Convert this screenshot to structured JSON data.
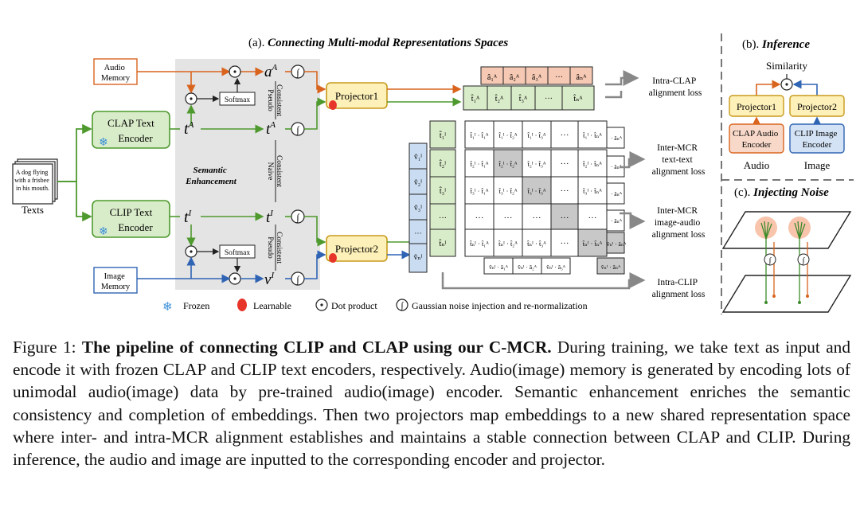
{
  "panels": {
    "a_prefix": "(a). ",
    "a_title": "Connecting Multi-modal Representations Spaces",
    "b_prefix": "(b). ",
    "b_title": "Inference",
    "c_prefix": "(c). ",
    "c_title": "Injecting Noise"
  },
  "inputs": {
    "texts_card": [
      "A dog flying",
      "with a frisbee",
      "in his mouth."
    ],
    "texts_label": "Texts",
    "audio_memory": [
      "Audio",
      "Memory"
    ],
    "image_memory": [
      "Image",
      "Memory"
    ]
  },
  "encoders": {
    "clap_text": [
      "CLAP Text",
      "Encoder"
    ],
    "clip_text": [
      "CLIP Text",
      "Encoder"
    ]
  },
  "enhancement": {
    "label": [
      "Semantic",
      "Enhancement"
    ],
    "softmax": "Softmax",
    "pseudo_consistent": [
      "Pseudo",
      "Consistent"
    ],
    "naive_consistent": [
      "Naive",
      "Consistent"
    ]
  },
  "symbols": {
    "tA": "t",
    "tI": "t",
    "aA": "a",
    "vI": "v",
    "supA": "A",
    "supI": "I"
  },
  "projectors": {
    "p1": "Projector1",
    "p2": "Projector2"
  },
  "matrix": {
    "top_a": [
      "â₁ᴬ",
      "â₂ᴬ",
      "â₃ᴬ",
      "···",
      "âₙᴬ"
    ],
    "top_t": [
      "t̂₁ᴬ",
      "t̂₂ᴬ",
      "t̂₃ᴬ",
      "···",
      "t̂ₙᴬ"
    ],
    "left_t": [
      "t̂₁ᴵ",
      "t̂₂ᴵ",
      "t̂₃ᴵ",
      "···",
      "t̂ₙᴵ"
    ],
    "left_v": [
      "v̂₁ᴵ",
      "v̂₂ᴵ",
      "v̂₃ᴵ",
      "···",
      "v̂ₙᴵ"
    ],
    "rows": [
      [
        "t̂₁ᴵ · t̂₁ᴬ",
        "t̂₁ᴵ · t̂₂ᴬ",
        "t̂₁ᴵ · t̂₃ᴬ",
        "···",
        "t̂₁ᴵ · t̂ₙᴬ"
      ],
      [
        "t̂₂ᴵ · t̂₁ᴬ",
        "t̂₂ᴵ · t̂₂ᴬ",
        "t̂₂ᴵ · t̂₃ᴬ",
        "···",
        "t̂₂ᴵ · t̂ₙᴬ"
      ],
      [
        "t̂₃ᴵ · t̂₁ᴬ",
        "t̂₃ᴵ · t̂₂ᴬ",
        "t̂₃ᴵ · t̂₃ᴬ",
        "···",
        "t̂₃ᴵ · t̂ₙᴬ"
      ],
      [
        "···",
        "···",
        "···",
        "···",
        "···"
      ],
      [
        "t̂ₙᴵ · t̂₁ᴬ",
        "t̂ₙᴵ · t̂₂ᴬ",
        "t̂ₙᴵ · t̂₃ᴬ",
        "···",
        "t̂ₙᴵ · t̂ₙᴬ"
      ]
    ],
    "right_col": [
      "· âₙᴬ",
      "· âₙᴬ",
      "· âₙᴬ",
      "· âₙᴬ",
      "v̂ₙᴵ · âₙᴬ"
    ],
    "bottom_row": [
      "v̂ₙᴵ · â₁ᴬ",
      "v̂ₙᴵ · â₂ᴬ",
      "v̂ₙᴵ · â₃ᴬ",
      "v̂ₙᴵ · âₙᴬ"
    ]
  },
  "losses": {
    "intra_clap": [
      "Intra-CLAP",
      "alignment loss"
    ],
    "inter_tt": [
      "Inter-MCR",
      "text-text",
      "alignment loss"
    ],
    "inter_ia": [
      "Inter-MCR",
      "image-audio",
      "alignment loss"
    ],
    "intra_clip": [
      "Intra-CLIP",
      "alignment loss"
    ]
  },
  "legend": {
    "frozen": "Frozen",
    "learnable": "Learnable",
    "dot": "Dot product",
    "noise": "Gaussian noise injection and re-normalization"
  },
  "inference": {
    "similarity": "Similarity",
    "p1": "Projector1",
    "p2": "Projector2",
    "clap_audio": [
      "CLAP Audio",
      "Encoder"
    ],
    "clip_image": [
      "CLIP Image",
      "Encoder"
    ],
    "audio": "Audio",
    "image": "Image"
  },
  "caption": {
    "lead": "Figure 1: ",
    "bold": "The pipeline of connecting CLIP and CLAP using our C-MCR.",
    "body": " During training, we take text as input and encode it with frozen CLAP and CLIP text encoders, respectively. Audio(image) memory is generated by encoding lots of unimodal audio(image) data by pre-trained audio(image) encoder. Semantic enhancement enriches the semantic consistency and completion of embeddings. Then two projectors map embeddings to a new shared representation space where inter- and intra-MCR alignment establishes and maintains a stable connection between CLAP and CLIP. During inference, the audio and image are inputted to the corresponding encoder and projector."
  },
  "colors": {
    "orange": "#d9641e",
    "green": "#4e9a2e",
    "blue": "#2f64b4",
    "encoder_fill": "#d9ecc9",
    "projector_fill": "#fdf0b8",
    "gray_panel": "#e4e4e4",
    "audio_cell": "#f6c9b4",
    "image_cell": "#c9dcf1",
    "shaded": "#c8c8c8"
  }
}
